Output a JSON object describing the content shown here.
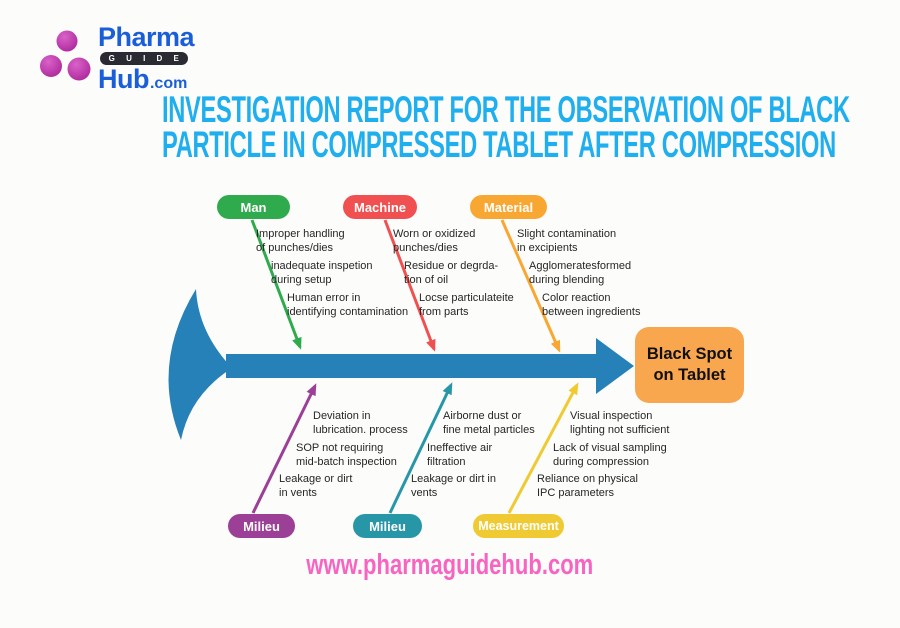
{
  "logo": {
    "pharma": "Pharma",
    "guide": "G U I D E",
    "hub": "Hub",
    "dotcom": ".com",
    "text_color": "#1a5fd8",
    "badge_color": "#2a2a33",
    "circle_light": "#da62c9",
    "circle_dark": "#ad2a9c"
  },
  "title": {
    "line1": "INVESTIGATION REPORT FOR THE OBSERVATION OF BLACK",
    "line2": "PARTICLE IN COMPRESSED TABLET AFTER COMPRESSION",
    "color": "#1faeee"
  },
  "diagram": {
    "type": "fishbone",
    "spine_color": "#2581b8",
    "effect": {
      "label": "Black Spot\non Tablet",
      "box_color": "#f9a74f"
    },
    "branches": [
      {
        "label": "Man",
        "color": "#2fab4d",
        "side": "top",
        "causes": [
          "Improper handling\nof punches/dies",
          "inadequate inspetion\nduring setup",
          "Human error in\nidentifying contamination"
        ]
      },
      {
        "label": "Machine",
        "color": "#f05150",
        "side": "top",
        "causes": [
          "Worn or oxidized\npunches/dies",
          "Residue or degrda-\ntion of oil",
          "Locse particulateite\nfrom parts"
        ]
      },
      {
        "label": "Material",
        "color": "#f9a733",
        "side": "top",
        "causes": [
          "Slight contamination\nin excipients",
          "Agglomeratesformed\nduring blending",
          "Color reaction\nbetween ingredients"
        ]
      },
      {
        "label": "Milieu",
        "color": "#9b3f97",
        "side": "bottom",
        "causes": [
          "Deviation in\nlubrication. process",
          "SOP not requiring\nmid-batch inspection",
          "Leakage or dirt\nin vents"
        ]
      },
      {
        "label": "Milieu",
        "color": "#2797a8",
        "side": "bottom",
        "causes": [
          "Airborne dust or\nfine metal particles",
          "Ineffective air\nfiltration",
          "Leakage or dirt in\nvents"
        ]
      },
      {
        "label": "Measurement",
        "color": "#f0ca32",
        "side": "bottom",
        "causes": [
          "Visual inspection\nlighting not sufficient",
          "Lack of visual sampling\nduring compression",
          "Reliance on physical\nIPC parameters"
        ]
      }
    ]
  },
  "footer": {
    "url": "www.pharmaguidehub.com",
    "color": "#f765c1"
  }
}
